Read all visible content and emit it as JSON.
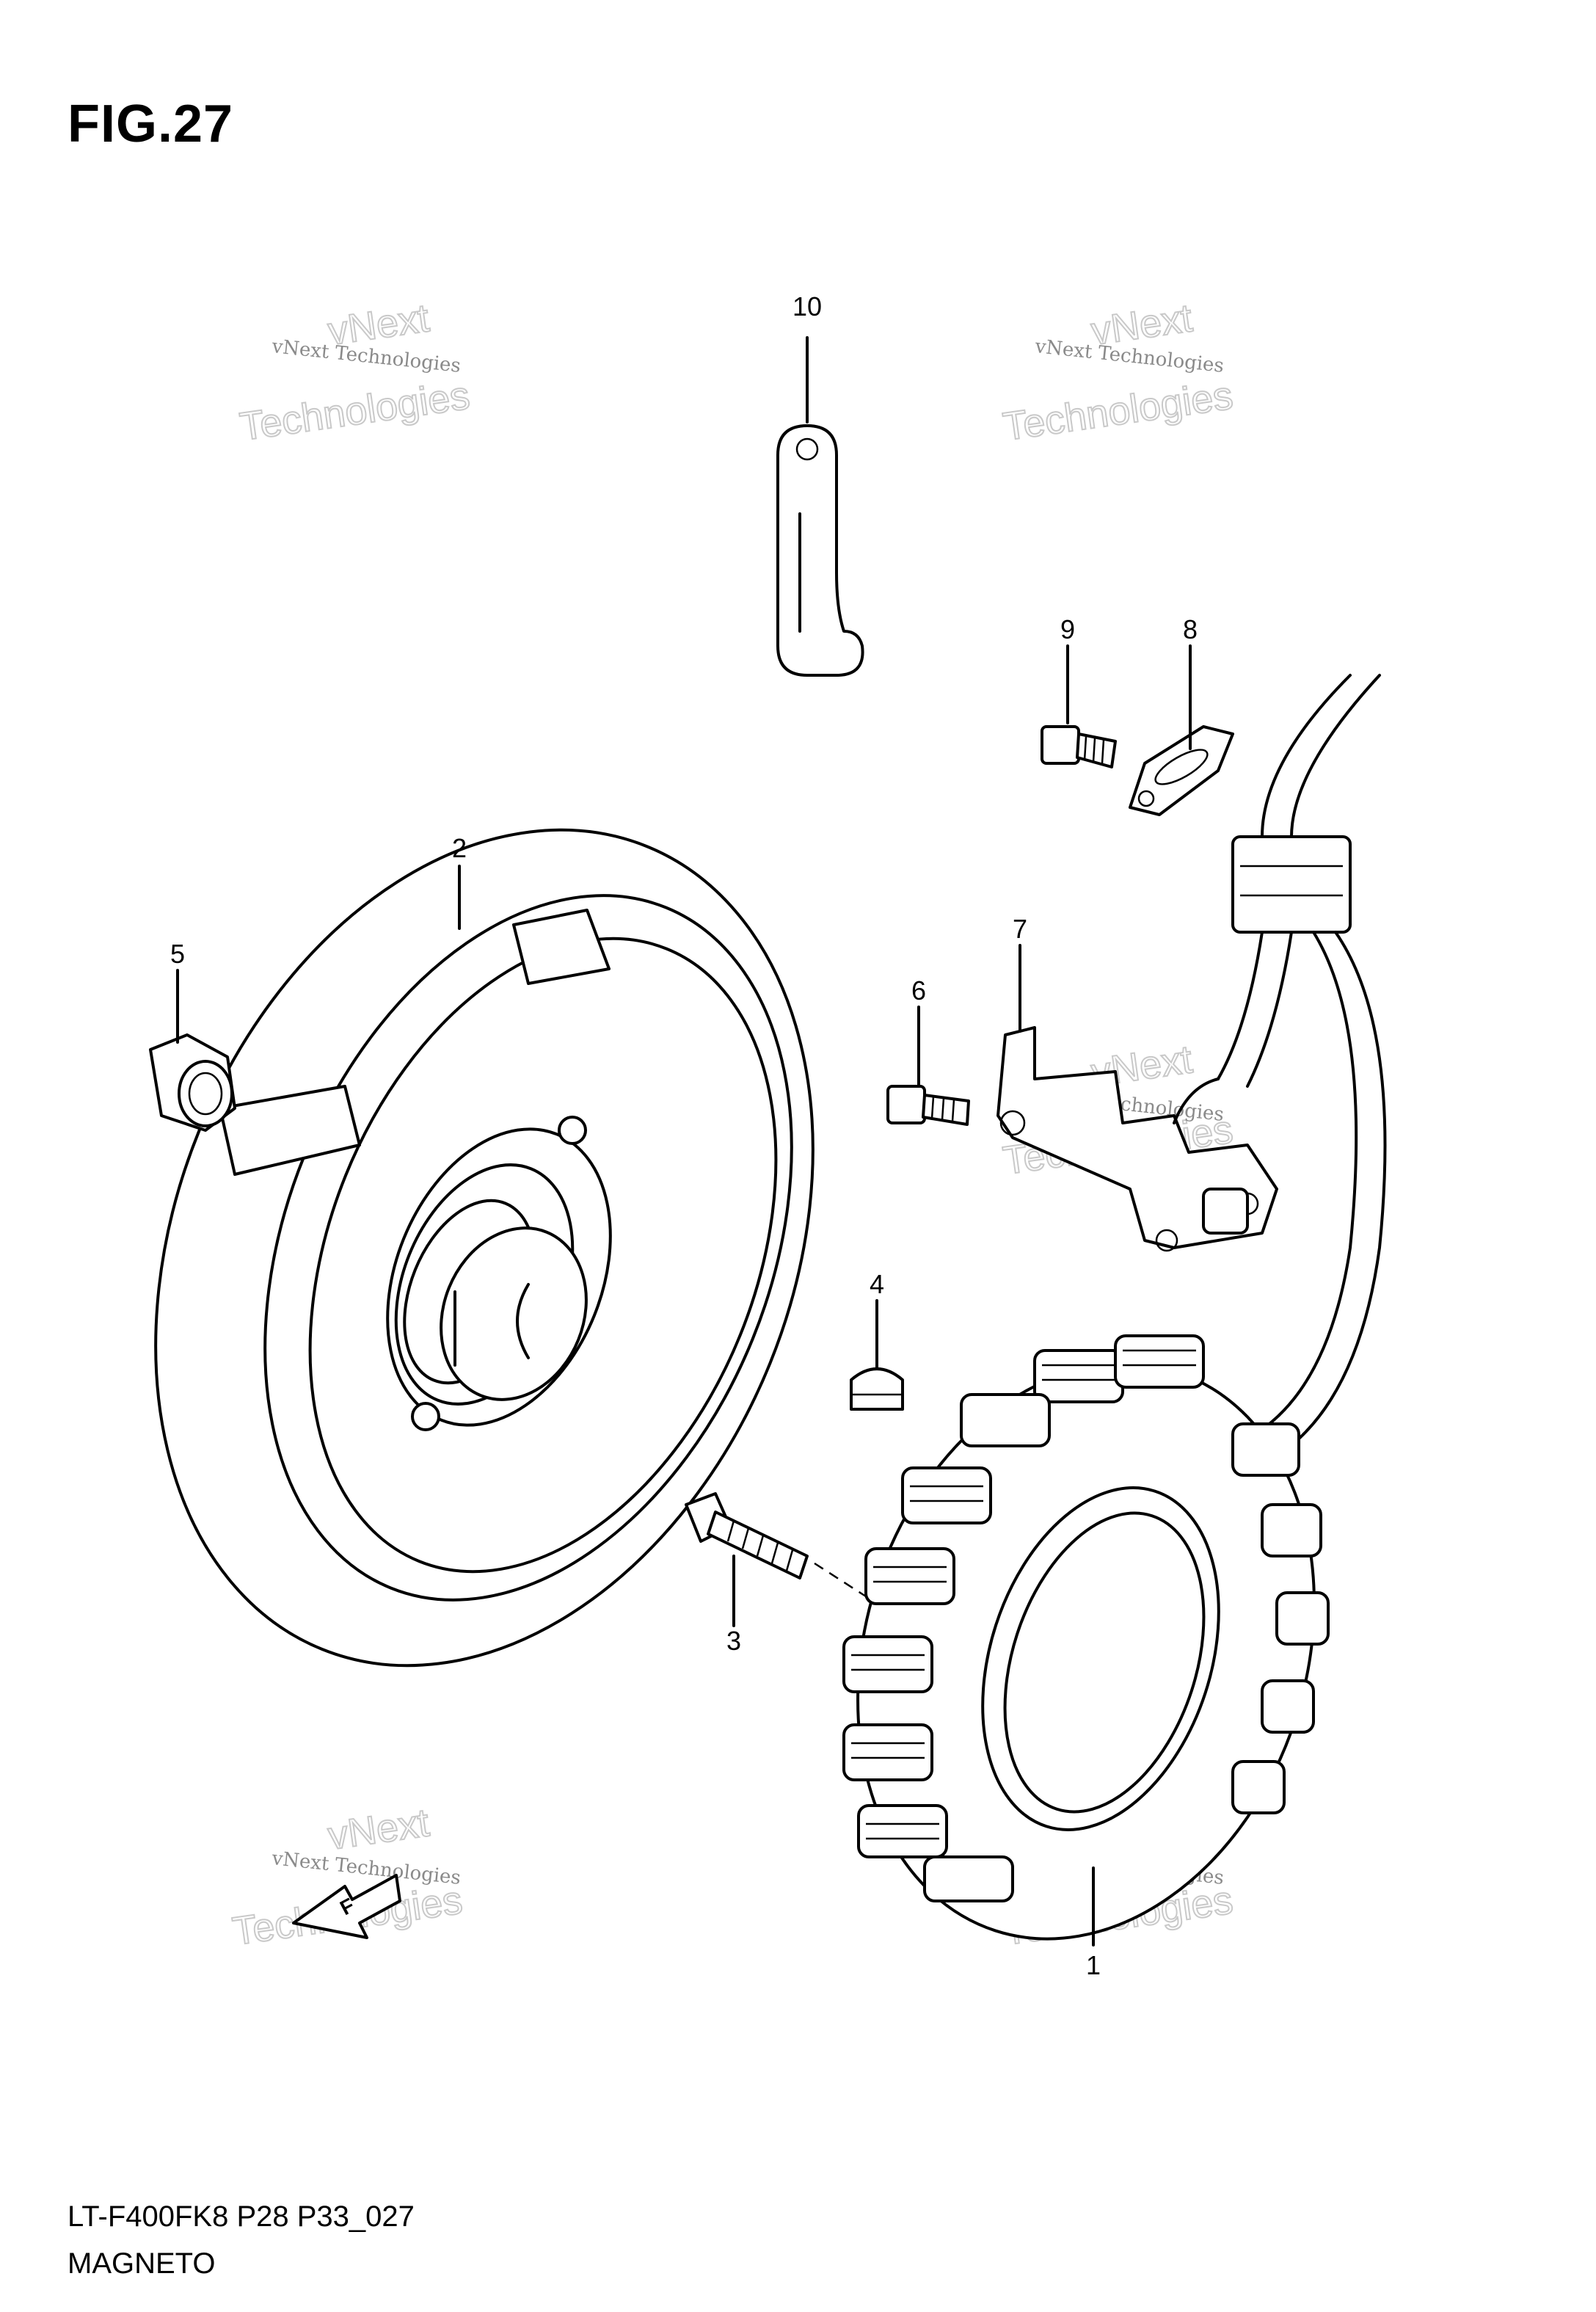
{
  "figure": {
    "title": "FIG.27",
    "code": "LT-F400FK8 P28 P33_027",
    "name": "MAGNETO"
  },
  "callouts": [
    {
      "id": "1",
      "label": "1"
    },
    {
      "id": "2",
      "label": "2"
    },
    {
      "id": "3",
      "label": "3"
    },
    {
      "id": "4",
      "label": "4"
    },
    {
      "id": "5",
      "label": "5"
    },
    {
      "id": "6",
      "label": "6"
    },
    {
      "id": "7",
      "label": "7"
    },
    {
      "id": "8",
      "label": "8"
    },
    {
      "id": "9",
      "label": "9"
    },
    {
      "id": "10",
      "label": "10"
    }
  ],
  "watermark": {
    "line1": "vNext Technologies",
    "line2": "vNext",
    "line3": "Technologies"
  },
  "direction_arrow": {
    "label": "F"
  }
}
